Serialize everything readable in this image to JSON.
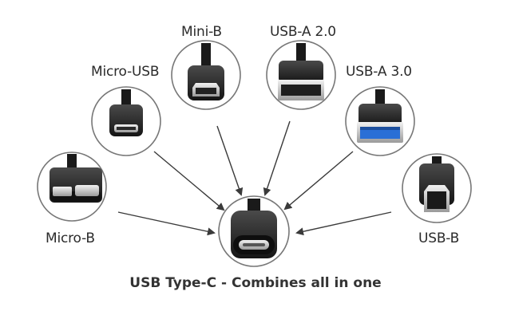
{
  "caption": "USB Type-C - Combines all in one",
  "connectors": [
    {
      "id": "micro-b",
      "label": "Micro-B"
    },
    {
      "id": "micro-usb",
      "label": "Micro-USB"
    },
    {
      "id": "mini-b",
      "label": "Mini-B"
    },
    {
      "id": "usb-a-2",
      "label": "USB-A 2.0"
    },
    {
      "id": "usb-a-3",
      "label": "USB-A 3.0",
      "accent": "#2a6fd6"
    },
    {
      "id": "usb-b",
      "label": "USB-B"
    }
  ],
  "center": {
    "id": "usb-c",
    "label": "USB Type-C"
  }
}
